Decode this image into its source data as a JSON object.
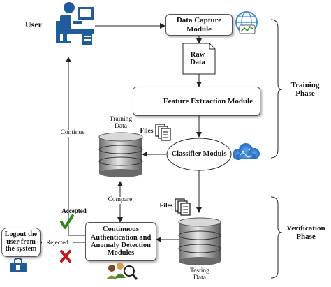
{
  "nodes": {
    "user": "User",
    "data_capture": [
      "Data Capture",
      "Module"
    ],
    "raw_data": [
      "Raw",
      "Data"
    ],
    "feature_extraction": "Feature Extraction Module",
    "training_data": [
      "Training",
      "Data"
    ],
    "files_top": "Files",
    "classifier": "Classifier Moduls",
    "files_bottom": "Files",
    "continuous_auth": [
      "Continuous",
      "Authentication and",
      "Anomaly Detection",
      "Modules"
    ],
    "testing_data": [
      "Testing",
      "Data"
    ],
    "logout": [
      "Logout the",
      "user from",
      "the system"
    ]
  },
  "edge_labels": {
    "continue": "Continue",
    "compare": "Compare",
    "accepted": "Accepted",
    "rejected": "Rejected"
  },
  "phases": {
    "training": [
      "Training",
      "Phase"
    ],
    "verification": [
      "Verification",
      "Phase"
    ]
  },
  "icons": {
    "user": "person-at-computer-icon",
    "data_capture": "globe-chart-icon",
    "feature": "gear-icon",
    "classifier": "brain-cloud-icon",
    "accepted": "check-mark-icon",
    "rejected": "x-mark-icon",
    "logout": "lock-briefcase-icon",
    "group": "people-search-icon"
  },
  "colors": {
    "user_blue": "#1f5c99",
    "accept_green": "#2e8b1a",
    "reject_red": "#c0181c",
    "gear_orange": "#e8a21a"
  }
}
